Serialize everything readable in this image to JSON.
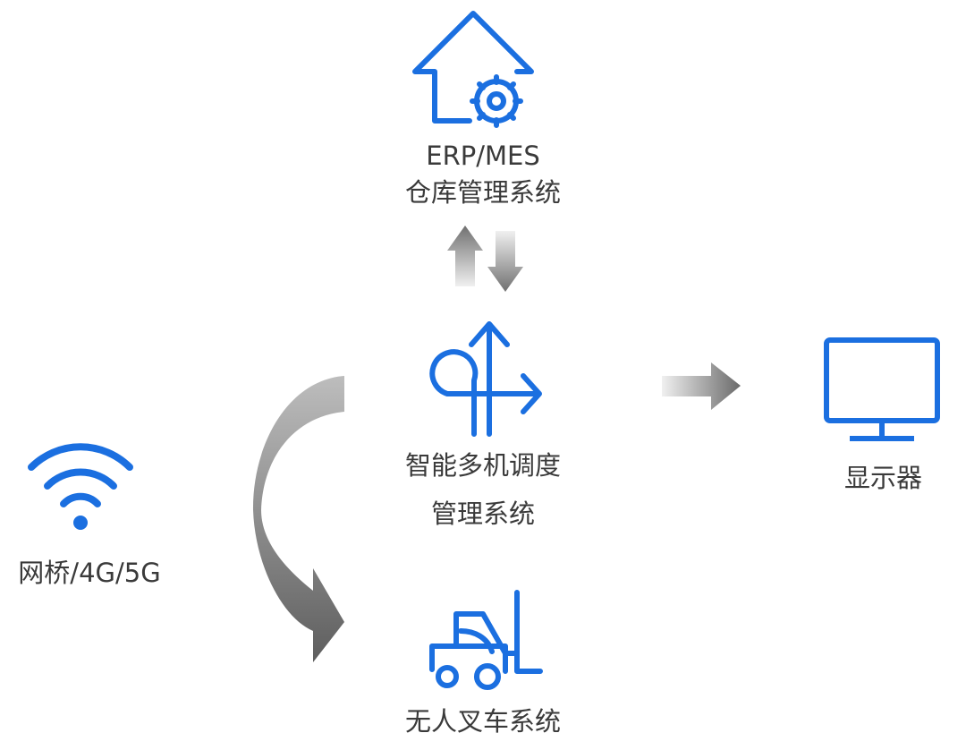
{
  "colors": {
    "accent": "#1b6fe0",
    "arrow_light": "#e6e6e6",
    "arrow_dark": "#6a6a6a"
  },
  "nodes": {
    "erp": {
      "icon": "house-gear-icon",
      "line1": "ERP/MES",
      "line2": "仓库管理系统"
    },
    "scheduler": {
      "icon": "route-arrows-icon",
      "line1": "智能多机调度",
      "line2": "管理系统"
    },
    "display": {
      "icon": "monitor-icon",
      "label": "显示器"
    },
    "network": {
      "icon": "wifi-icon",
      "label": "网桥/4G/5G"
    },
    "forklift": {
      "icon": "forklift-icon",
      "label": "无人叉车系统"
    }
  }
}
